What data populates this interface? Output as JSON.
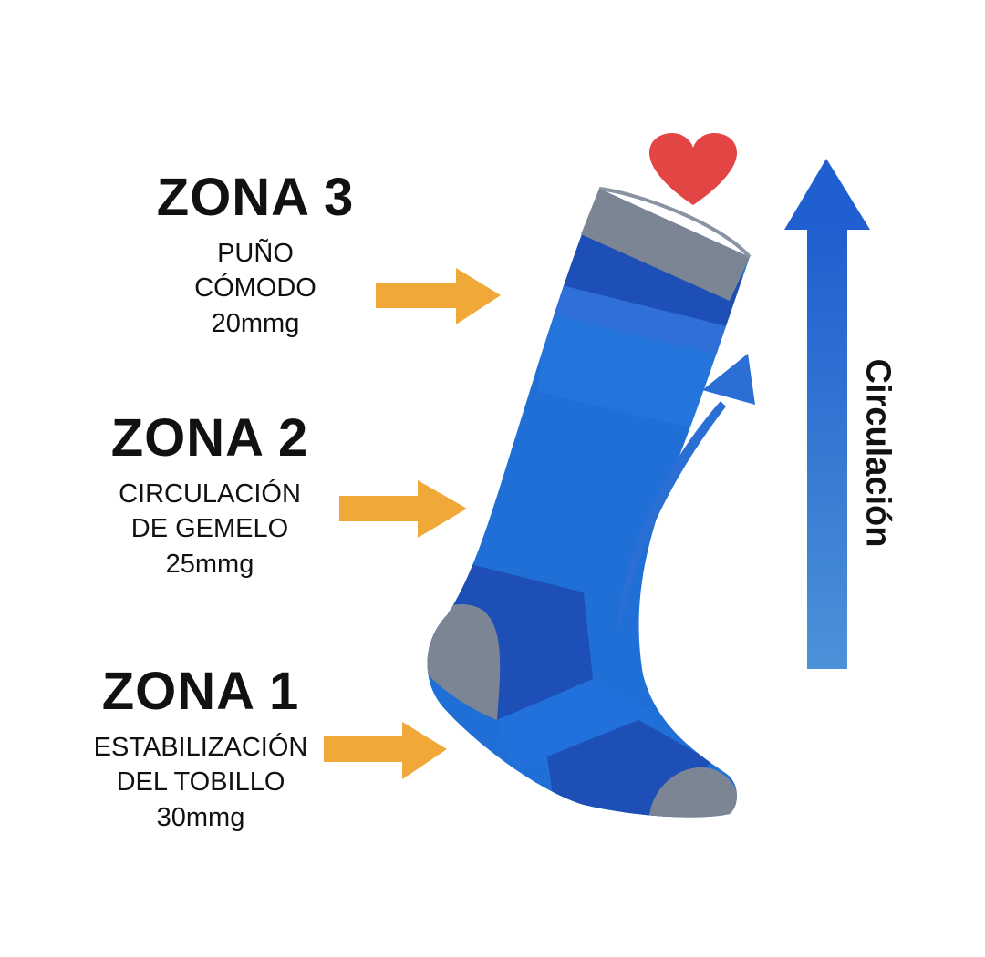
{
  "zones": [
    {
      "id": "zone3",
      "title": "ZONA 3",
      "line1": "PUÑO",
      "line2": "CÓMODO",
      "pressure": "20mmg"
    },
    {
      "id": "zone2",
      "title": "ZONA 2",
      "line1": "CIRCULACIÓN",
      "line2": "DE GEMELO",
      "pressure": "25mmg"
    },
    {
      "id": "zone1",
      "title": "ZONA 1",
      "line1": "ESTABILIZACIÓN",
      "line2": "DEL TOBILLO",
      "pressure": "30mmg"
    }
  ],
  "circulation_label": "Circulación",
  "icons": {
    "heart": "heart-icon",
    "zone_arrow": "arrow-right-icon",
    "circulation_arrow": "arrow-up-icon",
    "flow_arrow": "curved-arrow-icon",
    "sock": "compression-sock-illustration"
  },
  "colors": {
    "text": "#111111",
    "arrow_orange": "#f0a838",
    "sock_blue": "#1f6fd6",
    "sock_dark_blue": "#1e4fb6",
    "sock_gray": "#7c8594",
    "heart_red": "#e34444",
    "circulation_blue_top": "#1f5fcf",
    "circulation_blue_bottom": "#4b92d8"
  }
}
